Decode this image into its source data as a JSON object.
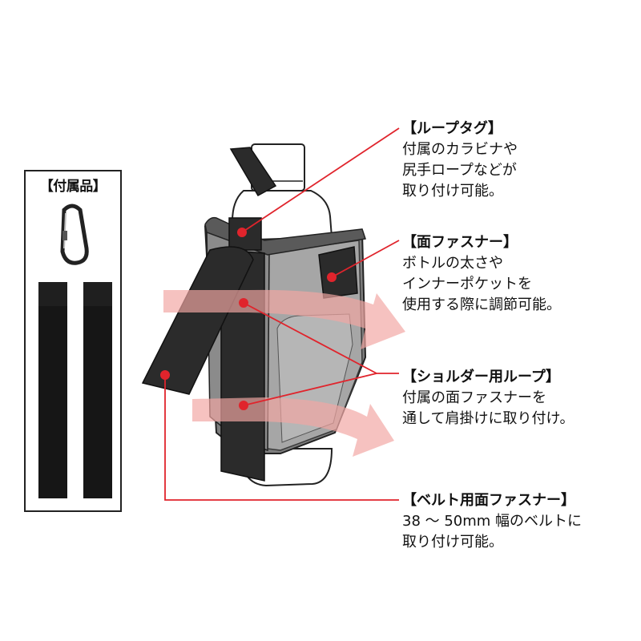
{
  "accessories": {
    "title": "【付属品】",
    "items": [
      "carabiner",
      "velcro strap",
      "velcro strap"
    ]
  },
  "annotations": [
    {
      "id": "loop-tag",
      "heading": "【ループタグ】",
      "lines": [
        "付属のカラビナや",
        "尻手ロープなどが",
        "取り付け可能。"
      ]
    },
    {
      "id": "fastener",
      "heading": "【面ファスナー】",
      "lines": [
        "ボトルの太さや",
        "インナーポケットを",
        "使用する際に調節可能。"
      ]
    },
    {
      "id": "shoulder",
      "heading": "【ショルダー用ループ】",
      "lines": [
        "付属の面ファスナーを",
        "通して肩掛けに取り付け。"
      ]
    },
    {
      "id": "belt",
      "heading": "【ベルト用面ファスナー】",
      "lines": [
        "38 ～ 50mm 幅のベルトに",
        "取り付け可能。"
      ]
    }
  ],
  "colors": {
    "leader": "#e0242c",
    "arrow": "#f2a6a3",
    "strap": "#2b2b2b",
    "holder": "#8c8c8c",
    "mesh": "#a9a9a9"
  },
  "icons": [
    "carabiner-icon",
    "bottle-icon",
    "arrow-icon"
  ]
}
